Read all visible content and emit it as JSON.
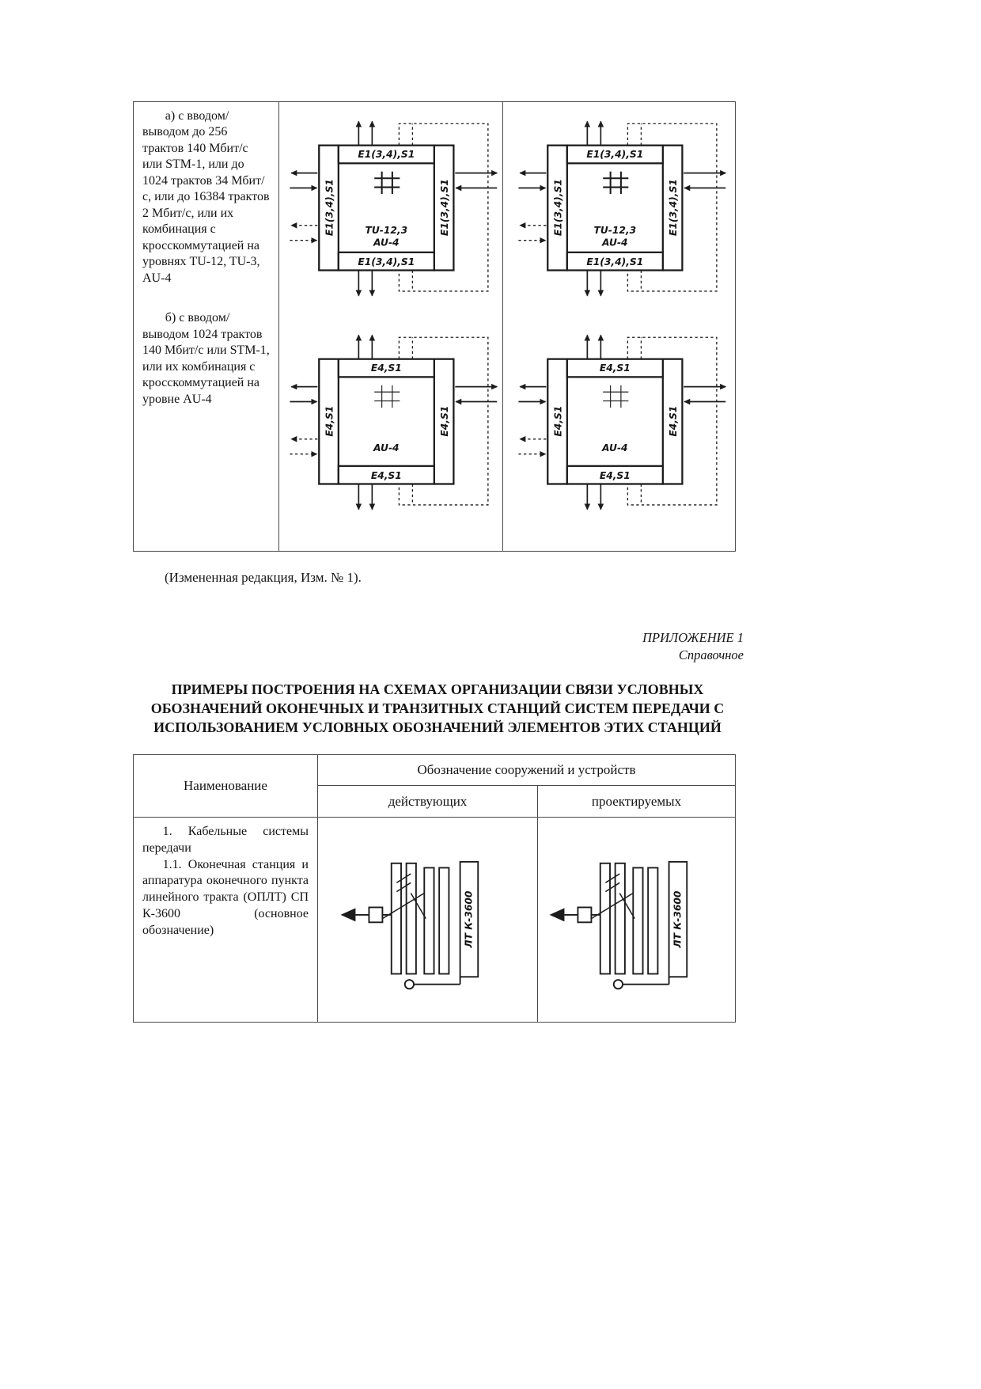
{
  "mux_table": {
    "rows": [
      {
        "caption": "а) с вводом/выводом до 256 трактов 140 Мбит/с или STM-1, или до 1024 трактов 34 Мбит/с, или до 16384 трактов 2 Мбит/с, или их комбинация с кросскоммутацией на уровнях TU-12, TU-3, AU-4",
        "diagram": {
          "top_label": "E1(3,4),S1",
          "bottom_label": "E1(3,4),S1",
          "left_label": "E1(3,4),S1",
          "right_label": "E1(3,4),S1",
          "center_line1": "TU-12,3",
          "center_line2": "AU-4"
        }
      },
      {
        "caption": "б) с вводом/выводом 1024 трактов 140 Мбит/с или STM-1, или их комбинация с кросскоммутацией на уровне AU-4",
        "diagram": {
          "top_label": "E4,S1",
          "bottom_label": "E4,S1",
          "left_label": "E4,S1",
          "right_label": "E4,S1",
          "center_line1": "AU-4",
          "center_line2": ""
        }
      }
    ]
  },
  "note": "(Измененная редакция, Изм. № 1).",
  "appendix": {
    "title": "ПРИЛОЖЕНИЕ 1",
    "subtitle": "Справочное"
  },
  "heading": "ПРИМЕРЫ ПОСТРОЕНИЯ НА СХЕМАХ ОРГАНИЗАЦИИ СВЯЗИ УСЛОВНЫХ ОБОЗНАЧЕНИЙ ОКОНЕЧНЫХ И ТРАНЗИТНЫХ СТАНЦИЙ СИСТЕМ ПЕРЕДАЧИ С ИСПОЛЬЗОВАНИЕМ УСЛОВНЫХ ОБОЗНАЧЕНИЙ ЭЛЕМЕНТОВ ЭТИХ СТАНЦИЙ",
  "symbols_table": {
    "name_header": "Наименование",
    "designation_header": "Обозначение сооружений и устройств",
    "sub_headers": [
      "действующих",
      "проектируемых"
    ],
    "rows": [
      {
        "name_line1": "1. Кабельные системы передачи",
        "name_line2": "1.1. Оконечная станция и аппаратура оконечного пункта линейного тракта (ОПЛТ) СП К-3600 (основное обозначение)",
        "diagram_label": "ЛТ К-3600"
      }
    ]
  }
}
